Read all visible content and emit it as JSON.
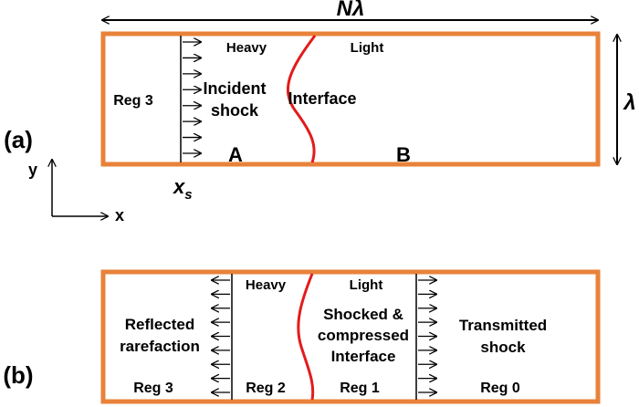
{
  "colors": {
    "box": "#E8823A",
    "interface": "#E31B1B",
    "ink": "#000000"
  },
  "panel_a": {
    "panel_label": "(a)",
    "width_label": "Nλ",
    "height_label": "λ",
    "region_left": "Reg 3",
    "fluid_left": "Heavy",
    "fluid_right": "Light",
    "shock_label_line1": "Incident",
    "shock_label_line2": "shock",
    "interface_label": "Interface",
    "point_a": "A",
    "point_b": "B",
    "shock_position_symbol": "x",
    "shock_position_subscript": "s",
    "axis_y": "y",
    "axis_x": "x"
  },
  "panel_b": {
    "panel_label": "(b)",
    "fluid_left": "Heavy",
    "fluid_right": "Light",
    "reflected_line1": "Reflected",
    "reflected_line2": "rarefaction",
    "interface_line1": "Shocked &",
    "interface_line2": "compressed",
    "interface_line3": "Interface",
    "transmitted_line1": "Transmitted",
    "transmitted_line2": "shock",
    "regions": [
      "Reg 3",
      "Reg 2",
      "Reg 1",
      "Reg 0"
    ]
  }
}
